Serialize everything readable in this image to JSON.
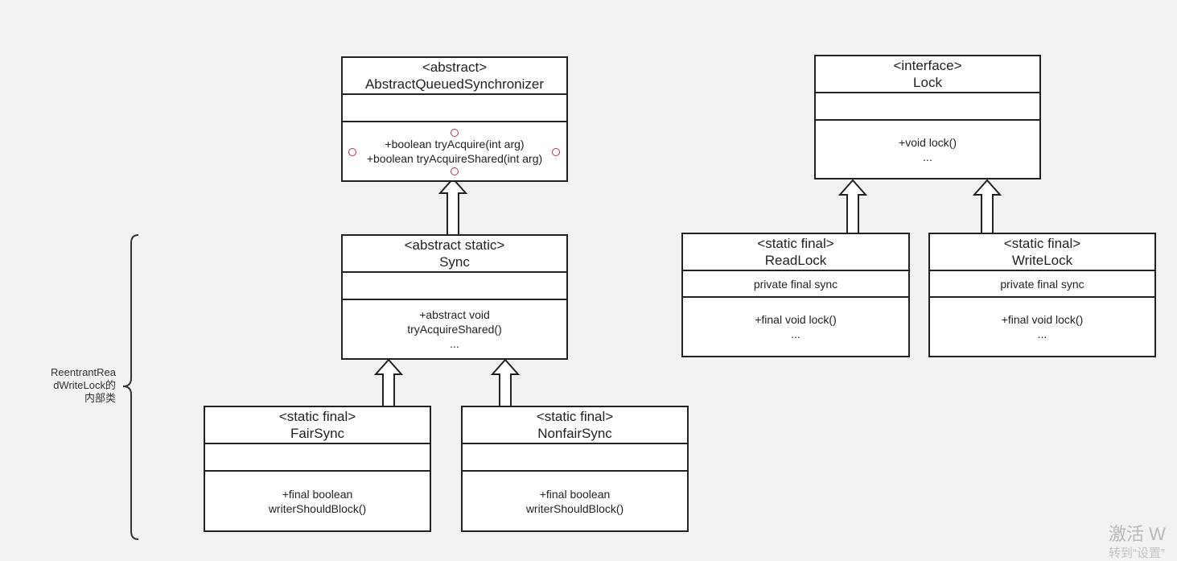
{
  "classes": {
    "aqs": {
      "stereotype": "<abstract>",
      "name": "AbstractQueuedSynchronizer",
      "attribute": "",
      "operations": [
        "+boolean tryAcquire(int arg)",
        "+boolean tryAcquireShared(int arg)"
      ]
    },
    "lock": {
      "stereotype": "<interface>",
      "name": "Lock",
      "attribute": "",
      "operations": [
        "+void lock()",
        "..."
      ]
    },
    "sync": {
      "stereotype": "<abstract static>",
      "name": "Sync",
      "attribute": "",
      "operations": [
        "+abstract void",
        "tryAcquireShared()",
        "..."
      ]
    },
    "readlock": {
      "stereotype": "<static final>",
      "name": "ReadLock",
      "attribute": "private final sync",
      "operations": [
        "+final void lock()",
        "..."
      ]
    },
    "writelock": {
      "stereotype": "<static final>",
      "name": "WriteLock",
      "attribute": "private final sync",
      "operations": [
        "+final void lock()",
        "..."
      ]
    },
    "fairsync": {
      "stereotype": "<static final>",
      "name": "FairSync",
      "attribute": "",
      "operations": [
        "+final boolean",
        "writerShouldBlock()"
      ]
    },
    "nonfairsync": {
      "stereotype": "<static final>",
      "name": "NonfairSync",
      "attribute": "",
      "operations": [
        "+final boolean",
        "writerShouldBlock()"
      ]
    }
  },
  "brace_label": [
    "ReentrantRea",
    "dWriteLock的",
    "内部类"
  ],
  "watermark": {
    "line1": "激活 W",
    "line2": "转到“设置”"
  },
  "colors": {
    "background": "#f2f2f2",
    "border": "#222222",
    "selection_handle": "#b0343c",
    "watermark": "#b9b9b9"
  }
}
